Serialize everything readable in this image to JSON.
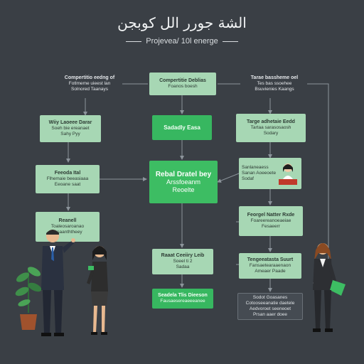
{
  "header": {
    "title": "الشة جورر الل كوبجن",
    "subtitle": "Projevea/ 10l energe"
  },
  "nodes": {
    "top_left": {
      "title": "Compertitio eedng of",
      "line1": "Fotlmeme uieest lan",
      "line2": "Solnored Taanays"
    },
    "top_center": {
      "title": "Compertitie Deblias",
      "line1": "Foanos boesh"
    },
    "top_right": {
      "title": "Tarae bassheme oel",
      "line1": "Tes bas ssoehee",
      "line2": "Bsuvienies Kaangs"
    },
    "left_1": {
      "title": "Wiiy Laoeee Darar",
      "line1": "Soeh bie ereanaet",
      "line2": "Sahy Pyy"
    },
    "center_small": {
      "title": "Sadadly Easa"
    },
    "right_1": {
      "title": "Targe adhetaie Eedd",
      "line1": "Tartaa sarasosaosh",
      "line2": "Sodary"
    },
    "left_2": {
      "title": "Feeoda Ital",
      "line1": "Flhemaie beeasiaaa",
      "line2": "Eeoane saat"
    },
    "center_main": {
      "title": "Rebal Dratel bey",
      "line1": "Arssfoeanm",
      "line2": "Reoelte"
    },
    "right_2": {
      "line1": "Sanlaneaess",
      "line2": "Sanan Aoeeoete",
      "line3": "Sodaf"
    },
    "left_3": {
      "title": "Reanell",
      "line1": "Toaleosaroanao",
      "line2": "Trsaanththeey"
    },
    "right_3": {
      "title": "Feorgel Natter Rxde",
      "line1": "Foareereanoeaeiae",
      "line2": "Fesaeerr"
    },
    "center_3": {
      "title": "Raaat Ceeiiry Leib",
      "line1": "Soeel ti 2",
      "line2": "Sadaa"
    },
    "right_4": {
      "title": "Tengeeatasta Suurt",
      "line1": "Fansaetearaaenaon",
      "line2": "Ameaer Paade"
    },
    "center_4": {
      "title": "Seadela Tlis Dieeson",
      "line1": "Fausaesereaeeeanee"
    },
    "right_5": {
      "line1": "Sodot Goasanes",
      "line2": "Cotooseeanatie daetele",
      "line3": "Aedvoroet seeneoet",
      "line4": "Prsan aaer doee"
    }
  },
  "colors": {
    "background": "#3a3f45",
    "light_box": "#a7d7b4",
    "accent_box": "#37b760",
    "connector": "#8c949b"
  }
}
